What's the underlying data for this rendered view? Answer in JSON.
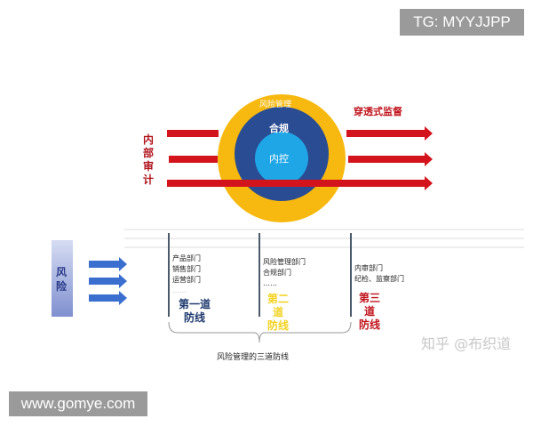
{
  "watermarks": {
    "top": "TG: MYYJJPP",
    "bottom": "www.gomye.com",
    "zhihu": "知乎 @布织道"
  },
  "circles": {
    "outer": "风险管理",
    "middle": "合规",
    "inner": "内控"
  },
  "left_label": "内部审计",
  "right_label": "穿透式监督",
  "risk_label": "风险",
  "lines": [
    {
      "departments": [
        "产品部门",
        "销售部门",
        "运营部门",
        "……"
      ],
      "title1": "第一道",
      "title2": "防线",
      "color": "#1f3a6e"
    },
    {
      "departments": [
        "风险管理部门",
        "合规部门",
        "……"
      ],
      "title1": "第二道",
      "title2": "防线",
      "color": "#f2d21f"
    },
    {
      "departments": [
        "内审部门",
        "纪检、监察部门"
      ],
      "title1": "第三道",
      "title2": "防线",
      "color": "#c0141c"
    }
  ],
  "brace_label": "风险管理的三道防线",
  "colors": {
    "outer": "#f7b90f",
    "middle": "#2a4c93",
    "inner": "#1fa6e6",
    "arrow": "#d4141c",
    "blue_arrow": "#3a6fd0"
  }
}
